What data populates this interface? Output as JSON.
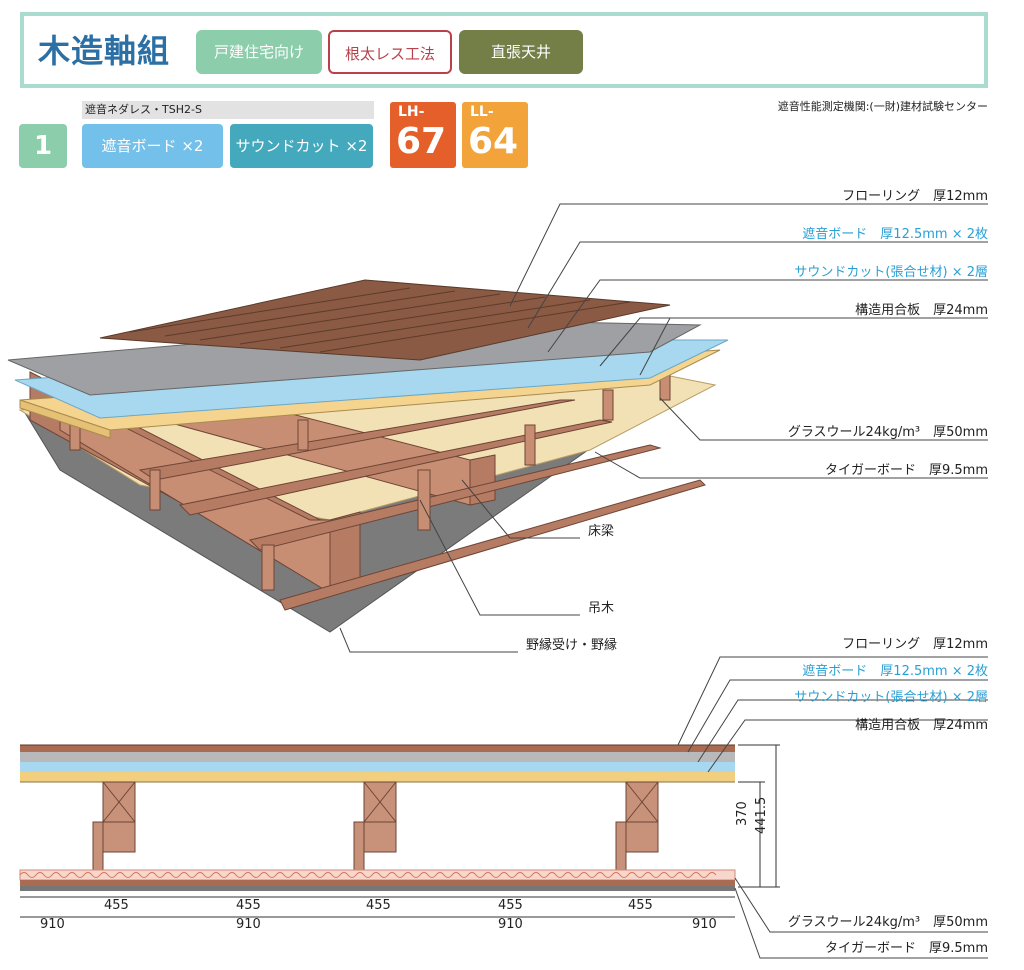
{
  "header": {
    "title": "木造軸組",
    "tags": [
      "戸建住宅向け",
      "根太レス工法",
      "直張天井"
    ]
  },
  "spec": {
    "name": "遮音ネダレス・TSH2-S",
    "measurement_org": "遮音性能測定機関:(一財)建材試験センター",
    "number": "1",
    "features": [
      "遮音ボード ×2",
      "サウンドカット ×2"
    ],
    "ratings": [
      {
        "label": "LH-",
        "value": "67"
      },
      {
        "label": "LL-",
        "value": "64"
      }
    ]
  },
  "iso_labels": {
    "flooring": "フローリング　厚12mm",
    "sound_board": "遮音ボード　厚12.5mm × 2枚",
    "sound_cut": "サウンドカット(張合せ材) × 2層",
    "plywood": "構造用合板　厚24mm",
    "glass_wool": "グラスウール24kg/m³　厚50mm",
    "tiger_board": "タイガーボード　厚9.5mm",
    "beam": "床梁",
    "hanger": "吊木",
    "furring": "野縁受け・野縁"
  },
  "section_labels": {
    "flooring": "フローリング　厚12mm",
    "sound_board": "遮音ボード　厚12.5mm × 2枚",
    "sound_cut": "サウンドカット(張合せ材) × 2層",
    "plywood": "構造用合板　厚24mm",
    "glass_wool": "グラスウール24kg/m³　厚50mm",
    "tiger_board": "タイガーボード　厚9.5mm"
  },
  "dimensions": {
    "spacing_small": [
      "455",
      "455",
      "455",
      "455",
      "455"
    ],
    "spacing_large": [
      "910",
      "910",
      "910",
      "910"
    ],
    "height_inner": "370",
    "height_total": "441.5"
  },
  "colors": {
    "accent_green": "#8ccdab",
    "accent_red": "#b8414a",
    "accent_olive": "#737f47",
    "accent_blue": "#73c1ea",
    "accent_teal": "#45a9be",
    "rating_orange": "#e55f2a",
    "rating_amber": "#f2a33a",
    "title_blue": "#2b6fa5"
  }
}
